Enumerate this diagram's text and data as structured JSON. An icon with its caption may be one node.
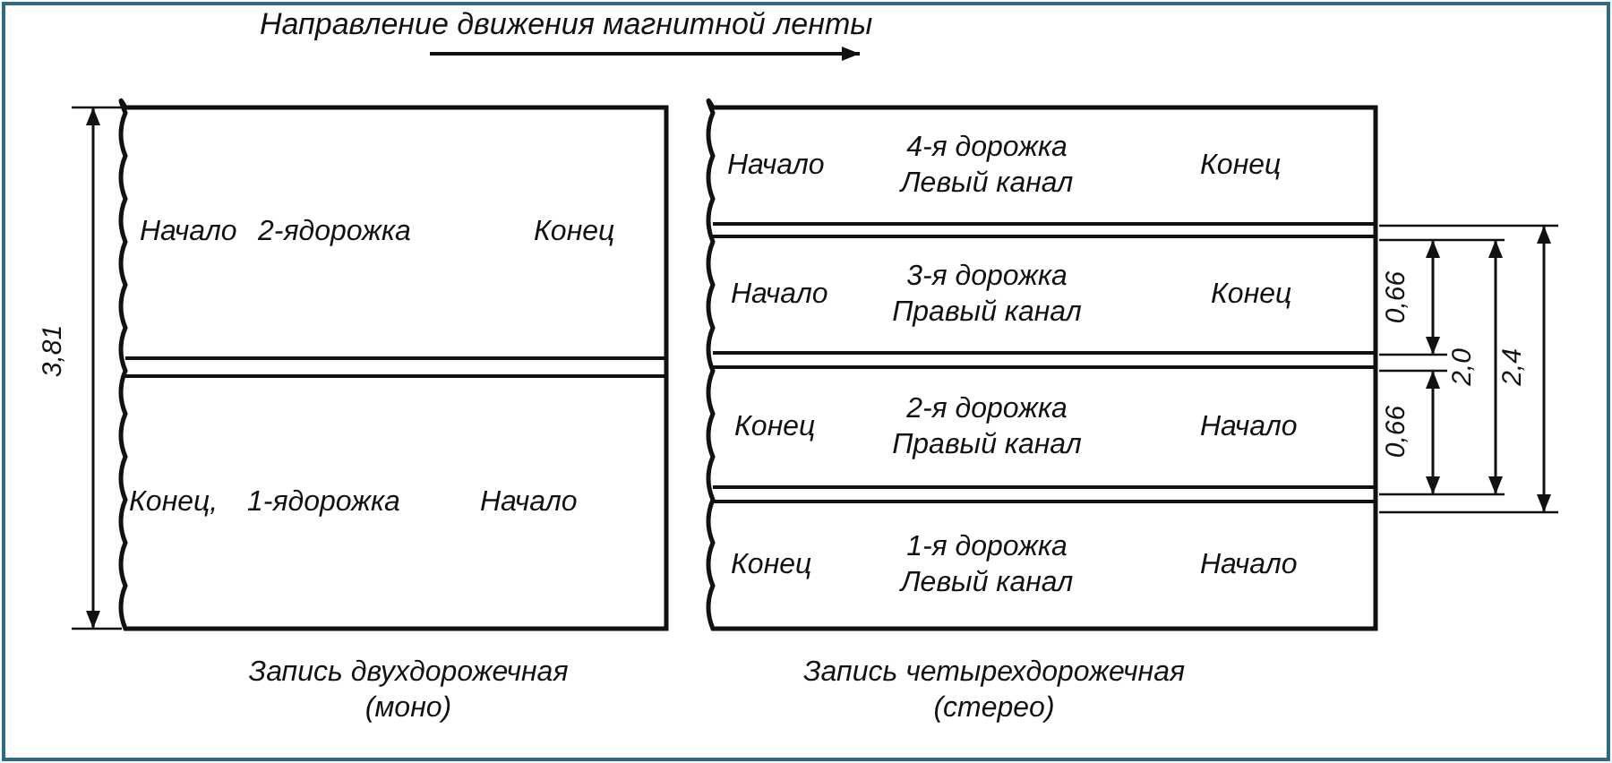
{
  "diagram": {
    "title": "Направление движения магнитной ленты",
    "nodes": [
      {
        "text": [],
        "shape": "box"
      },
      {
        "text": [
          "Начало",
          "2-ядорожка",
          "Конец"
        ],
        "in": 0
      },
      {
        "text": [
          "Конец,",
          "1-ядорожка",
          "Начало"
        ],
        "in": 0
      },
      {
        "text": [],
        "shape": "box"
      },
      {
        "text": [
          "Начало",
          "4-я дорожка Левый канал",
          "Конец"
        ],
        "in": 3
      },
      {
        "text": [
          "Начало",
          "3-я дорожка Правый канал",
          "Конец"
        ],
        "in": 3
      },
      {
        "text": [
          "Конец",
          "2-я дорожка Правый канал",
          "Начало"
        ],
        "in": 3
      },
      {
        "text": [
          "Конец",
          "1-я дорожка Левый канал",
          "Начало"
        ],
        "in": 3
      }
    ],
    "edges": [],
    "labels": [
      "3,81",
      "0,66",
      "2,0",
      "2,4",
      "0,66",
      "Запись двухдорожечная (моно)",
      "Запись четырехдорожечная (стерео)"
    ]
  }
}
